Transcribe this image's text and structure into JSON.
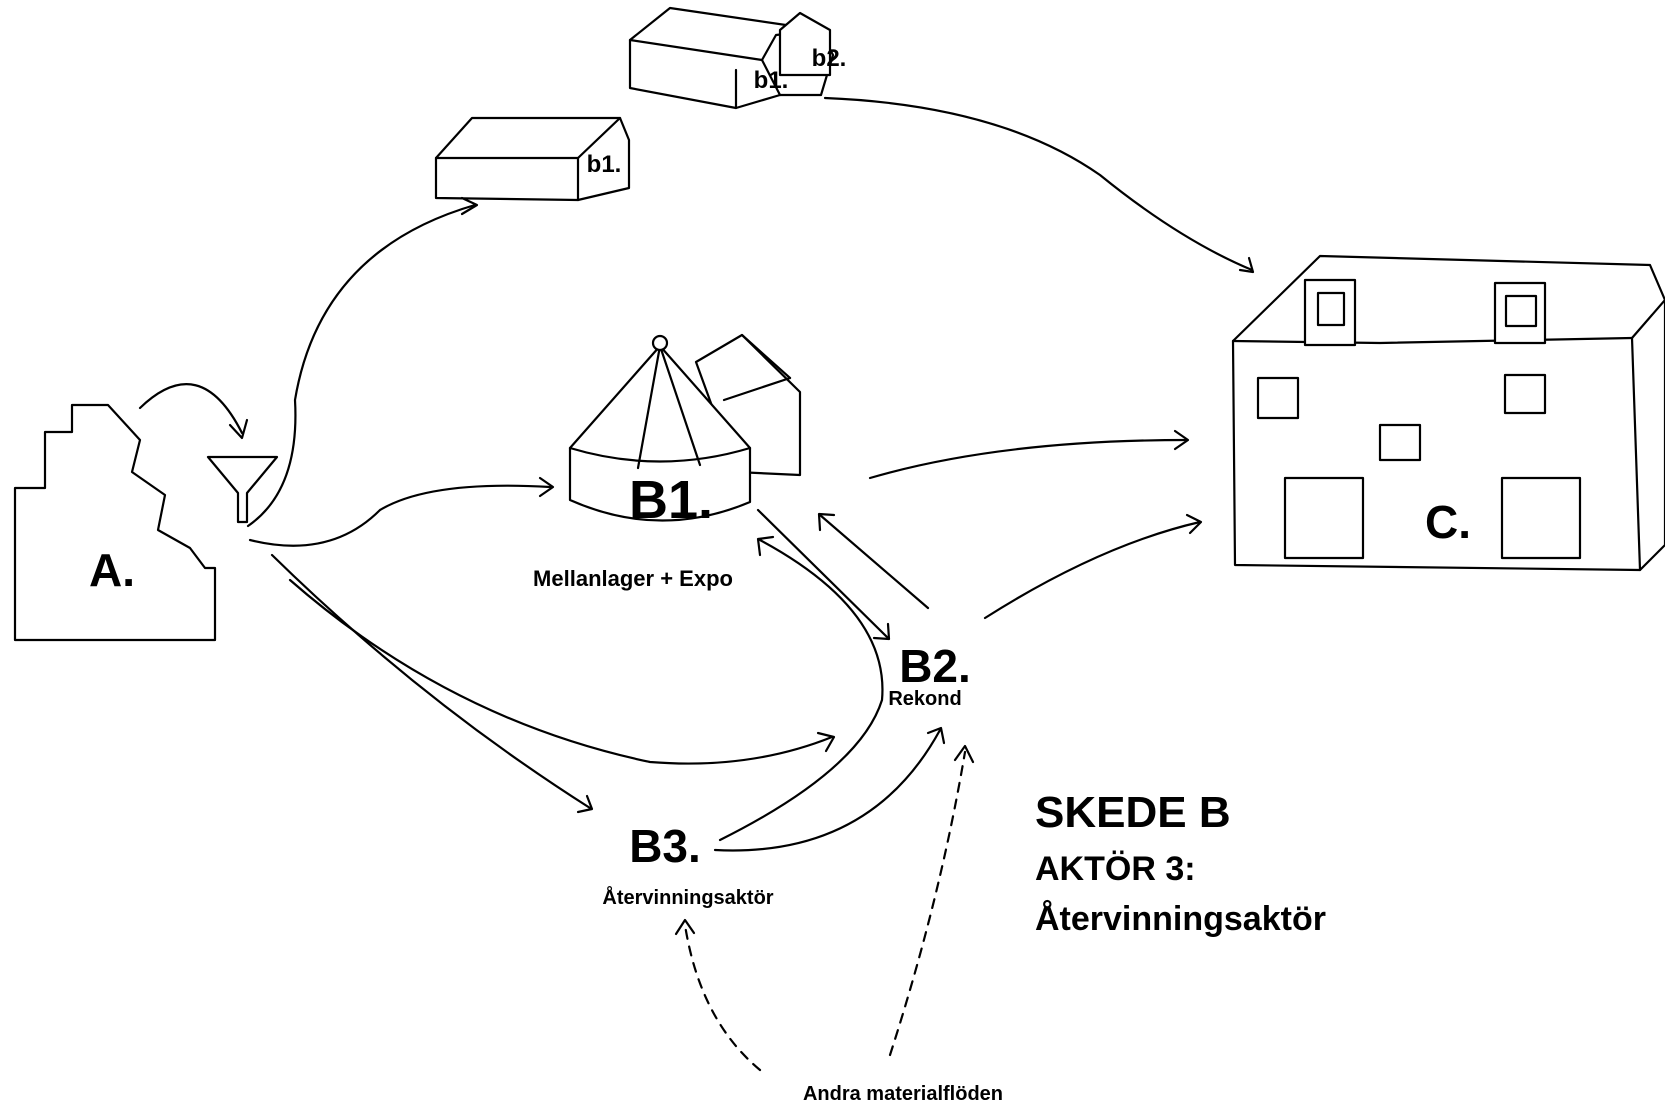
{
  "nodes": {
    "a": {
      "label": "A."
    },
    "b1": {
      "label": "B1.",
      "caption": "Mellanlager + Expo"
    },
    "b2": {
      "label": "B2.",
      "caption": "Rekond"
    },
    "b3": {
      "label": "B3.",
      "caption": "Återvinningsaktör"
    },
    "c": {
      "label": "C."
    },
    "small_b1": {
      "label": "b1."
    },
    "small_b1_pair": {
      "label": "b1."
    },
    "small_b2_pair": {
      "label": "b2."
    },
    "other_flows": {
      "label": "Andra materialflöden"
    }
  },
  "heading": {
    "title": "SKEDE B",
    "subtitle_line1": "AKTÖR 3:",
    "subtitle_line2": "Återvinningsaktör"
  }
}
